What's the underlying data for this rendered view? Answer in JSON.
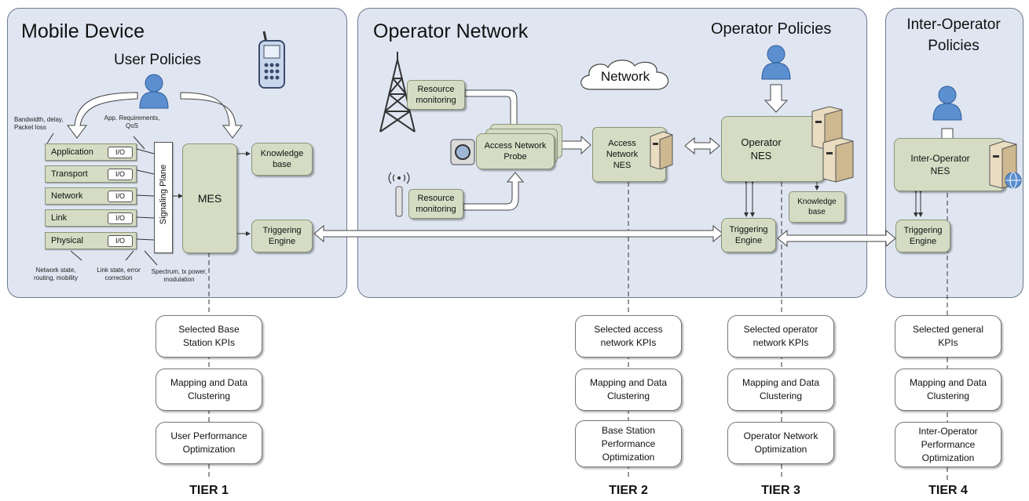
{
  "panels": {
    "mobile": "Mobile Device",
    "operator": "Operator Network",
    "inter": "Inter-Operator Policies"
  },
  "mobile": {
    "user_policies": "User Policies",
    "label_bw": "Bandwidth, delay, Packet loss",
    "label_app": "App. Requirements, QoS",
    "layers": [
      "Application",
      "Transport",
      "Network",
      "Link",
      "Physical"
    ],
    "io_label": "I/O",
    "signaling": "Signaling Plane",
    "mes": "MES",
    "knowledge": "Knowledge base",
    "triggering": "Triggering Engine",
    "bottom_labels": [
      "Network state, routing, mobility",
      "Link state, error correction",
      "Spectrum, tx power, modulation"
    ]
  },
  "operator": {
    "policies": "Operator Policies",
    "cloud": "Network",
    "resource_monitoring_1": "Resource monitoring",
    "resource_monitoring_2": "Resource monitoring",
    "probe": "Access Network Probe",
    "access_nes": "Access Network NES",
    "operator_nes": "Operator NES",
    "knowledge": "Knowledge base",
    "triggering": "Triggering Engine"
  },
  "inter": {
    "nes": "Inter-Operator NES",
    "triggering": "Triggering Engine"
  },
  "tiers": [
    {
      "label": "TIER 1",
      "boxes": [
        "Selected Base Station KPIs",
        "Mapping and Data Clustering",
        "User Performance Optimization"
      ]
    },
    {
      "label": "TIER 2",
      "boxes": [
        "Selected access network KPIs",
        "Mapping and Data Clustering",
        "Base Station Performance Optimization"
      ]
    },
    {
      "label": "TIER 3",
      "boxes": [
        "Selected operator network KPIs",
        "Mapping and Data Clustering",
        "Operator Network Optimization"
      ]
    },
    {
      "label": "TIER 4",
      "boxes": [
        "Selected general KPIs",
        "Mapping and Data Clustering",
        "Inter-Operator Performance Optimization"
      ]
    }
  ],
  "icons": [
    "mobile-phone-icon",
    "user-icon",
    "cell-tower-icon",
    "antenna-icon",
    "server-icon",
    "probe-icon",
    "globe-icon",
    "cloud-icon"
  ]
}
